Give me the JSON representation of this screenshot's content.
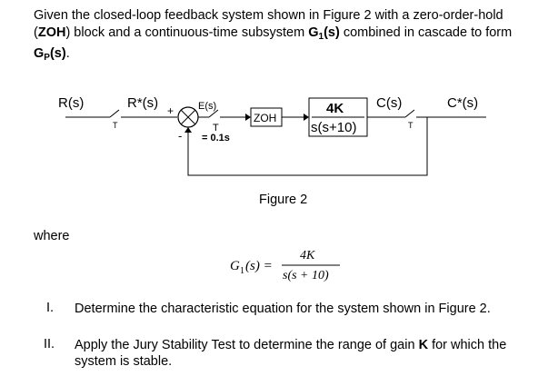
{
  "intro": {
    "part1": "Given the closed-loop feedback system shown in Figure 2 with a zero-order-hold (",
    "zoh": "ZOH",
    "part2": ") block and a continuous-time subsystem ",
    "g1": "G",
    "g1_sub": "1",
    "g1_arg": "(s)",
    "part3": " combined in cascade to form ",
    "gp": "G",
    "gp_sub": "P",
    "gp_arg": "(s)",
    "part4": "."
  },
  "diagram": {
    "input_label": "R(s)",
    "sampled_input_label": "R*(s)",
    "sampler_label": "T",
    "plus_sign": "+",
    "minus_sign": "-",
    "error_label": "E(s)",
    "sample_time_T": "T",
    "sample_time_value": "= 0.1s",
    "zoh_label": "ZOH",
    "plant_numerator": "4K",
    "plant_denominator": "s(s+10)",
    "output_label": "C(s)",
    "output_sampler_label": "T",
    "sampled_output_label": "C*(s)",
    "caption": "Figure 2"
  },
  "where": "where",
  "equation": {
    "lhs_G": "G",
    "lhs_sub": "1",
    "lhs_arg": "(s) =",
    "numerator": "4K",
    "denominator": "s(s + 10)"
  },
  "questions": [
    {
      "num": "I.",
      "text_before": "Determine the characteristic equation for the system shown in Figure 2.",
      "bold": "",
      "text_after": ""
    },
    {
      "num": "II.",
      "text_before": "Apply the Jury Stability Test to determine the range of gain ",
      "bold": "K",
      "text_after": " for which the system is stable."
    }
  ]
}
